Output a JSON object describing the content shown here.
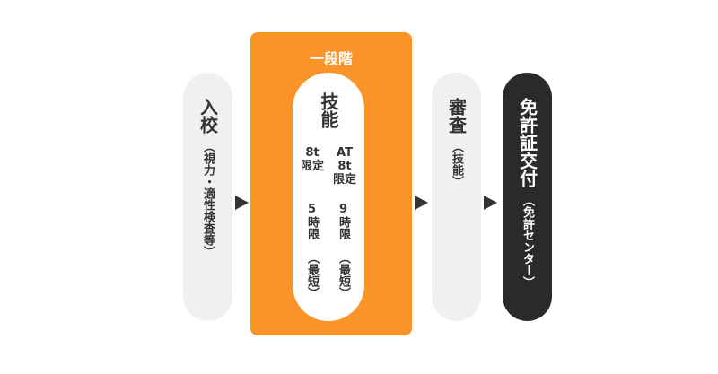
{
  "steps": [
    {
      "title": "入校",
      "sub": "（視力・適性検査等）"
    },
    {
      "stage_label": "一段階",
      "title": "技能",
      "left": {
        "type": "8t",
        "type2": "限定",
        "hours": "5時限",
        "note": "（最短）"
      },
      "right": {
        "type": "AT",
        "type1": "8t",
        "type2": "限定",
        "hours": "9時限",
        "note": "（最短）"
      }
    },
    {
      "title": "審査",
      "sub": "（技能）"
    },
    {
      "title": "免許証交付",
      "sub": "（免許センター）"
    }
  ],
  "colors": {
    "orange": "#fa9428",
    "light": "#f0f0f0",
    "dark": "#2a2a2a"
  }
}
